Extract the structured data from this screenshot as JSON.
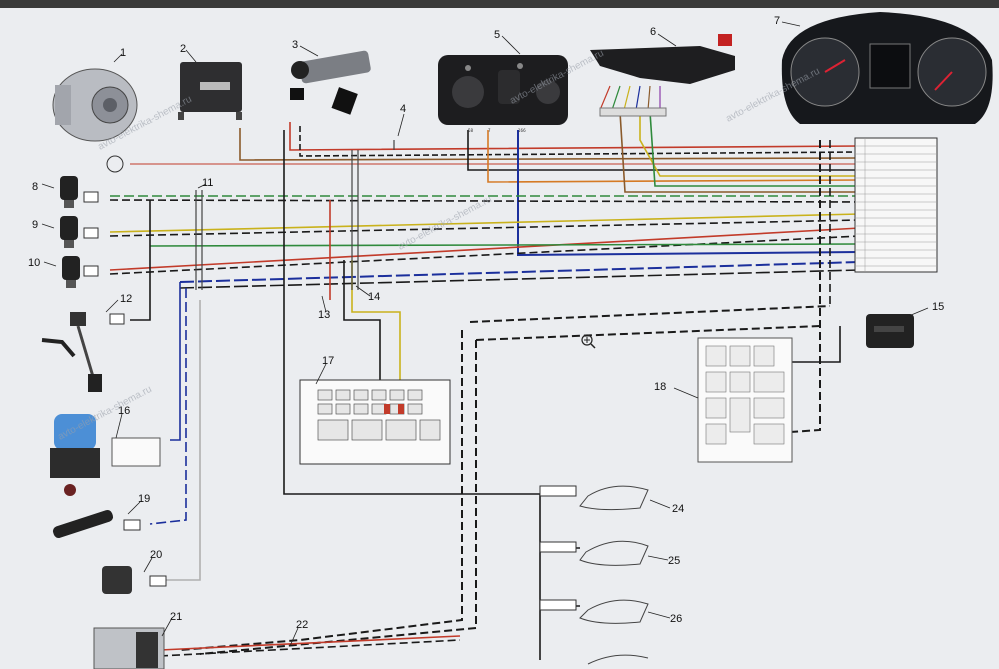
{
  "labels": {
    "l1": "1",
    "l2": "2",
    "l3": "3",
    "l4": "4",
    "l5": "5",
    "l6": "6",
    "l7": "7",
    "l8": "8",
    "l9": "9",
    "l10": "10",
    "l11": "11",
    "l12": "12",
    "l13": "13",
    "l14": "14",
    "l15": "15",
    "l16": "16",
    "l17": "17",
    "l18": "18",
    "l19": "19",
    "l20": "20",
    "l21": "21",
    "l22": "22",
    "l24": "24",
    "l25": "25",
    "l26": "26"
  },
  "watermarks": {
    "w1": "avto-elektrika-shema.ru",
    "w2": "avto-elektrika-shema.ru",
    "w3": "avto-elektrika-shema.ru",
    "w4": "avto-elektrika-shema.ru",
    "w5": "avto-elektrika-shema.ru"
  },
  "pins": {
    "p58": "58",
    "p7": "7",
    "p166": "166"
  },
  "colors": {
    "paper": "#eceef1",
    "wire_red": "#c23b2a",
    "wire_green": "#2f8a3c",
    "wire_yellow": "#c9b21c",
    "wire_blue": "#1b2f9c",
    "wire_black": "#1a1a1a",
    "wire_brown": "#8a5a2b",
    "wire_orange": "#d57a25"
  }
}
